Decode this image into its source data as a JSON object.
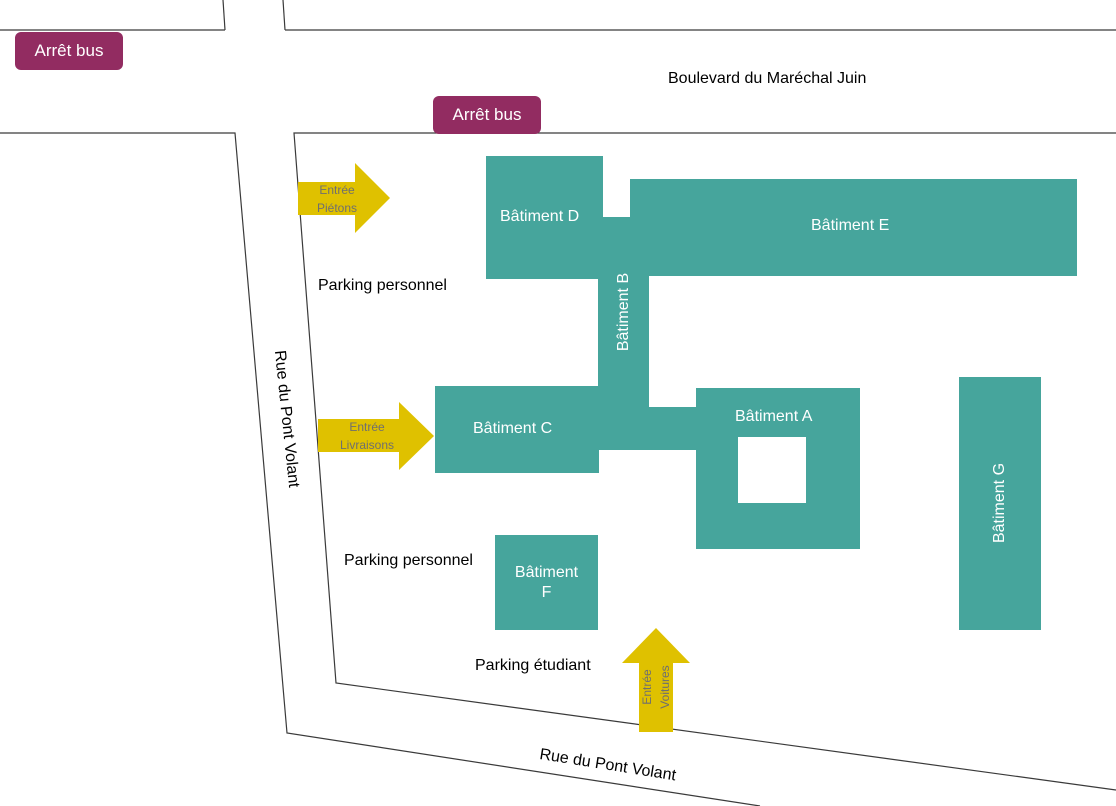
{
  "colors": {
    "building": "#46a59c",
    "bus_stop": "#922c61",
    "entry_arrow": "#dfc100",
    "road_line": "#3a3a3a"
  },
  "bus_stops": [
    "Arrêt bus",
    "Arrêt bus"
  ],
  "streets": {
    "north": "Boulevard du Maréchal Juin",
    "west": "Rue du Pont Volant",
    "south": "Rue du Pont Volant"
  },
  "buildings": {
    "a": "Bâtiment A",
    "b": "Bâtiment B",
    "c": "Bâtiment C",
    "d": "Bâtiment D",
    "e": "Bâtiment E",
    "f_line1": "Bâtiment",
    "f_line2": "F",
    "g": "Bâtiment G"
  },
  "parkings": {
    "staff_top": "Parking personnel",
    "staff_bottom": "Parking personnel",
    "students": "Parking étudiant"
  },
  "entrances": {
    "pedestrians": {
      "line1": "Entrée",
      "line2": "Piétons",
      "icon": "arrow-right-icon"
    },
    "deliveries": {
      "line1": "Entrée",
      "line2": "Livraisons",
      "icon": "arrow-right-icon"
    },
    "cars": {
      "line1": "Entrée",
      "line2": "Voitures",
      "icon": "arrow-up-icon"
    }
  }
}
